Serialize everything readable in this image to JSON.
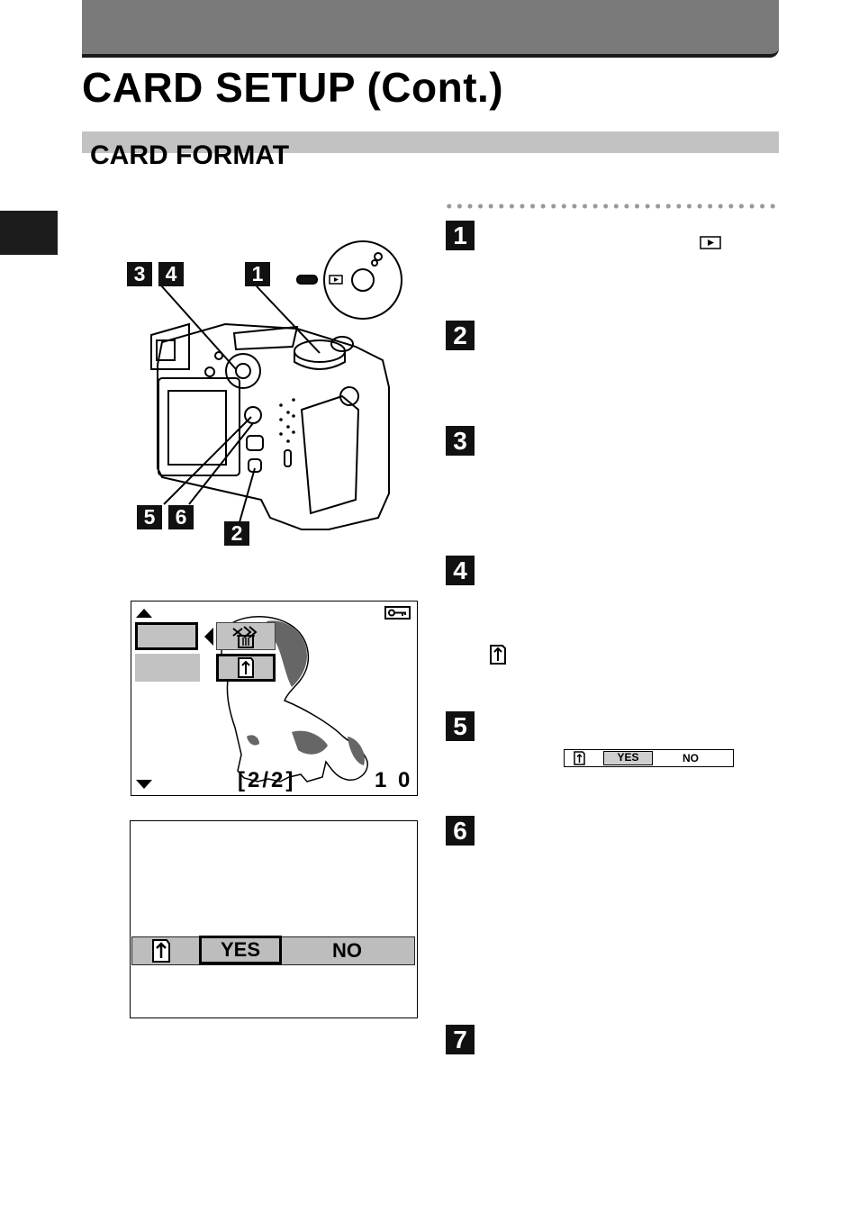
{
  "header": {
    "title": "CARD SETUP (Cont.)",
    "section": "CARD FORMAT"
  },
  "callouts": {
    "c3": "3",
    "c4": "4",
    "c1": "1",
    "c5": "5",
    "c6": "6",
    "c2": "2"
  },
  "steps": [
    "1",
    "2",
    "3",
    "4",
    "5",
    "6",
    "7"
  ],
  "lcd_menu": {
    "page": "[2/2]",
    "count": "1 0"
  },
  "confirm": {
    "yes": "YES",
    "no": "NO"
  },
  "mini_confirm": {
    "yes": "YES",
    "no": "NO"
  },
  "icons": [
    "play-mode-icon",
    "card-format-icon",
    "erase-all-icon",
    "protect-key-icon"
  ]
}
